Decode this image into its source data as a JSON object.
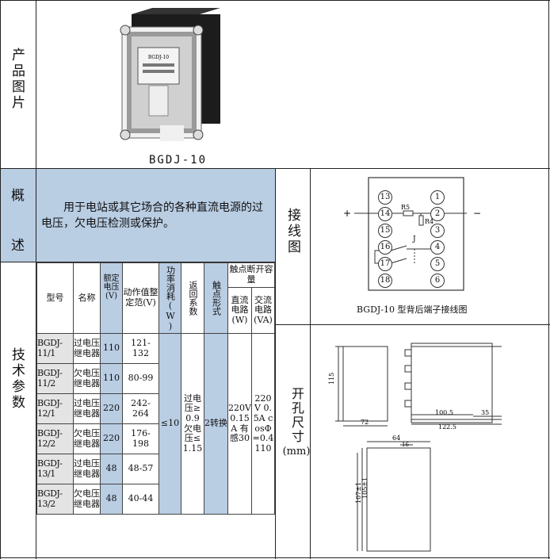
{
  "row_labels": {
    "photo": "产品图片",
    "overview": "概述",
    "params": "技术参数",
    "wiring": "接线图",
    "cutout": "开孔尺寸",
    "cutout_unit": "(mm)"
  },
  "product_caption": "BGDJ-10",
  "device_face_text": "BGDJ-10",
  "overview_text": "用于电站或其它场合的各种直流电源的过电压，欠电压检测或保护。",
  "table": {
    "headers": {
      "model": "型号",
      "name": "名称",
      "rated_voltage": "额定电压(V)",
      "setting_range": "动作值整定范(V)",
      "power": "功率消耗(W)",
      "return_coef": "返回系数",
      "contact_form": "触点形式",
      "contact_capacity": "触点断开容量",
      "dc_circuit": "直流电路(W)",
      "ac_circuit": "交流电路(VA)"
    },
    "rows": [
      {
        "model": "BGDJ-11/1",
        "name": "过电压继电器",
        "rated": "110",
        "range": "121-132"
      },
      {
        "model": "BGDJ-11/2",
        "name": "欠电压继电器",
        "rated": "110",
        "range": "80-99"
      },
      {
        "model": "BGDJ-12/1",
        "name": "过电压继电器",
        "rated": "220",
        "range": "242-264"
      },
      {
        "model": "BGDJ-12/2",
        "name": "欠电压继电器",
        "rated": "220",
        "range": "176-198"
      },
      {
        "model": "BGDJ-13/1",
        "name": "过电压继电器",
        "rated": "48",
        "range": "48-57"
      },
      {
        "model": "BGDJ-13/2",
        "name": "欠电压继电器",
        "rated": "48",
        "range": "40-44"
      }
    ],
    "merged": {
      "power": "≤10",
      "return_coef": "过电压≥0.9欠电压≤1.15",
      "contact_form": "2转换",
      "dc_circuit": "220V 0.15A 有感30",
      "ac_circuit": "220V 0.5A cosΦ=0.4 110"
    }
  },
  "wiring": {
    "caption": "BGDJ-10 型背后端子接线图",
    "plus": "+",
    "minus": "−",
    "left_terminals": [
      "13",
      "14",
      "15",
      "16",
      "17",
      "18"
    ],
    "right_terminals": [
      "1",
      "2",
      "3",
      "4",
      "5",
      "6"
    ],
    "r5": "R5",
    "r4": "R4",
    "j": "J"
  },
  "dimensions": {
    "d115": "115",
    "d72": "72",
    "d1005": "100.5",
    "d1225": "122.5",
    "d35": "35",
    "d64": "64",
    "d16": "16",
    "d1071": "107±1",
    "d1051": "105±1"
  }
}
